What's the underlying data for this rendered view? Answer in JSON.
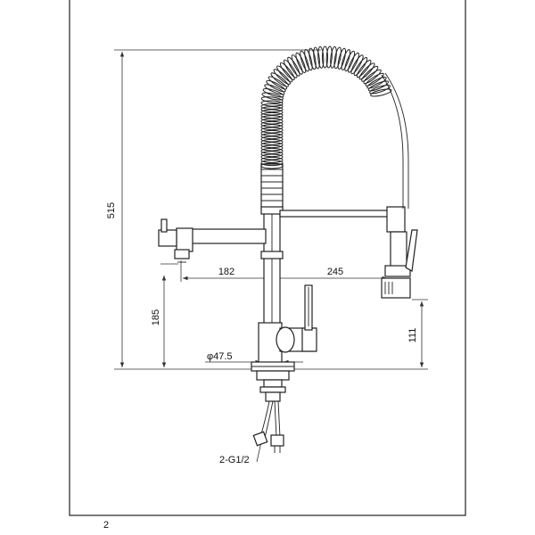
{
  "page_number": "2",
  "dimensions": {
    "total_height": "515",
    "spout_reach": "182",
    "spray_reach": "245",
    "spout_height": "185",
    "spray_height": "111",
    "base_diameter": "φ47.5",
    "connection_thread": "2-G1/2"
  }
}
